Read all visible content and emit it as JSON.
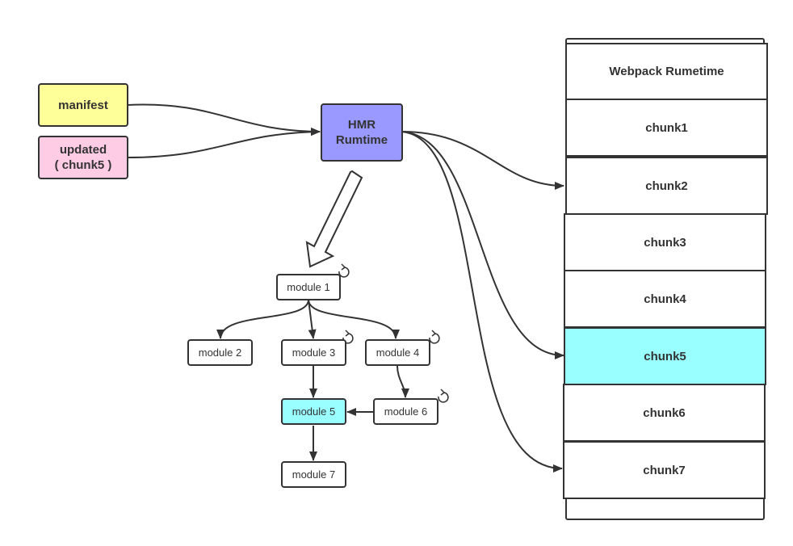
{
  "colors": {
    "manifest": "#ffff99",
    "updated": "#ffcce6",
    "hmr": "#9999ff",
    "highlight": "#99ffff",
    "stroke": "#333333"
  },
  "sources": {
    "manifest": "manifest",
    "updated": "updated\n( chunk5 )"
  },
  "hmr_runtime": "HMR\nRumtime",
  "modules": {
    "m1": "module 1",
    "m2": "module 2",
    "m3": "module 3",
    "m4": "module 4",
    "m5": "module 5",
    "m6": "module 6",
    "m7": "module 7"
  },
  "chunks": [
    "Webpack Rumetime",
    "chunk1",
    "chunk2",
    "chunk3",
    "chunk4",
    "chunk5",
    "chunk6",
    "chunk7"
  ],
  "icons": {
    "refresh": "refresh-icon"
  }
}
